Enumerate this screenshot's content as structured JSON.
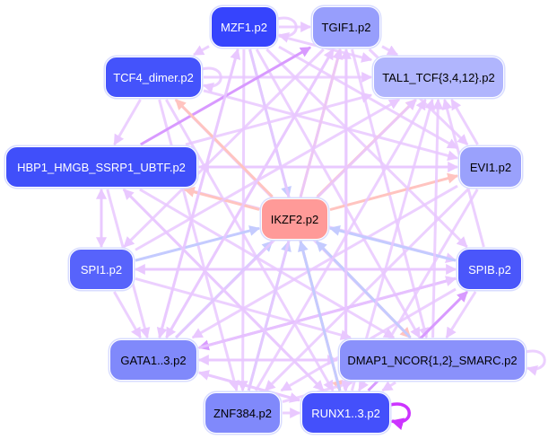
{
  "nodes": [
    {
      "id": "MZF1",
      "label": "MZF1.p2",
      "color": "#3644fd",
      "text": "#ffffff"
    },
    {
      "id": "TGIF1",
      "label": "TGIF1.p2",
      "color": "#979efc",
      "text": "#000000"
    },
    {
      "id": "TCF4",
      "label": "TCF4_dimer.p2",
      "color": "#4453fb",
      "text": "#ffffff"
    },
    {
      "id": "TAL1",
      "label": "TAL1_TCF{3,4,12}.p2",
      "color": "#b0b5fd",
      "text": "#000000"
    },
    {
      "id": "HBP1",
      "label": "HBP1_HMGB_SSRP1_UBTF.p2",
      "color": "#404ffa",
      "text": "#ffffff"
    },
    {
      "id": "EVI1",
      "label": "EVI1.p2",
      "color": "#9aa1fc",
      "text": "#000000"
    },
    {
      "id": "IKZF2",
      "label": "IKZF2.p2",
      "color": "#ff9a98",
      "text": "#000000"
    },
    {
      "id": "SPI1",
      "label": "SPI1.p2",
      "color": "#5763fb",
      "text": "#ffffff"
    },
    {
      "id": "SPIB",
      "label": "SPIB.p2",
      "color": "#4a56fa",
      "text": "#ffffff"
    },
    {
      "id": "GATA",
      "label": "GATA1..3.p2",
      "color": "#8089fb",
      "text": "#000000"
    },
    {
      "id": "DMAP1",
      "label": "DMAP1_NCOR{1,2}_SMARC.p2",
      "color": "#8a91fb",
      "text": "#000000"
    },
    {
      "id": "ZNF384",
      "label": "ZNF384.p2",
      "color": "#8089fb",
      "text": "#000000"
    },
    {
      "id": "RUNX",
      "label": "RUNX1..3.p2",
      "color": "#4450fb",
      "text": "#ffffff"
    }
  ],
  "edge_colors": {
    "activation": "#e9c8ff",
    "strong": "#d89aff",
    "repression": "#c4cbff",
    "ikzf2": "#ffc4c0",
    "self_strong": "#cc33ff"
  },
  "edges": [
    [
      "MZF1",
      "TGIF1",
      "activation"
    ],
    [
      "MZF1",
      "TCF4",
      "activation"
    ],
    [
      "MZF1",
      "TAL1",
      "activation"
    ],
    [
      "MZF1",
      "IKZF2",
      "repression"
    ],
    [
      "MZF1",
      "EVI1",
      "activation"
    ],
    [
      "MZF1",
      "GATA",
      "activation"
    ],
    [
      "MZF1",
      "ZNF384",
      "activation"
    ],
    [
      "MZF1",
      "RUNX",
      "activation"
    ],
    [
      "MZF1",
      "DMAP1",
      "activation"
    ],
    [
      "MZF1",
      "SPIB",
      "activation"
    ],
    [
      "TGIF1",
      "TAL1",
      "activation"
    ],
    [
      "TGIF1",
      "GATA",
      "activation"
    ],
    [
      "TGIF1",
      "SPI1",
      "activation"
    ],
    [
      "TGIF1",
      "DMAP1",
      "activation"
    ],
    [
      "TGIF1",
      "RUNX",
      "activation"
    ],
    [
      "TGIF1",
      "EVI1",
      "activation"
    ],
    [
      "TCF4",
      "TAL1",
      "activation"
    ],
    [
      "TCF4",
      "HBP1",
      "activation"
    ],
    [
      "TCF4",
      "EVI1",
      "activation"
    ],
    [
      "TCF4",
      "DMAP1",
      "activation"
    ],
    [
      "TCF4",
      "RUNX",
      "activation"
    ],
    [
      "TCF4",
      "ZNF384",
      "activation"
    ],
    [
      "HBP1",
      "TGIF1",
      "strong"
    ],
    [
      "HBP1",
      "TAL1",
      "activation"
    ],
    [
      "HBP1",
      "EVI1",
      "activation"
    ],
    [
      "HBP1",
      "SPI1",
      "activation"
    ],
    [
      "HBP1",
      "GATA",
      "activation"
    ],
    [
      "HBP1",
      "DMAP1",
      "activation"
    ],
    [
      "HBP1",
      "RUNX",
      "activation"
    ],
    [
      "HBP1",
      "SPIB",
      "activation"
    ],
    [
      "EVI1",
      "TAL1",
      "activation"
    ],
    [
      "EVI1",
      "GATA",
      "activation"
    ],
    [
      "EVI1",
      "ZNF384",
      "activation"
    ],
    [
      "EVI1",
      "RUNX",
      "activation"
    ],
    [
      "EVI1",
      "HBP1",
      "activation"
    ],
    [
      "IKZF2",
      "TGIF1",
      "ikzf2"
    ],
    [
      "IKZF2",
      "TAL1",
      "ikzf2"
    ],
    [
      "IKZF2",
      "EVI1",
      "ikzf2"
    ],
    [
      "IKZF2",
      "DMAP1",
      "ikzf2"
    ],
    [
      "IKZF2",
      "RUNX",
      "ikzf2"
    ],
    [
      "IKZF2",
      "TCF4",
      "ikzf2"
    ],
    [
      "IKZF2",
      "HBP1",
      "ikzf2"
    ],
    [
      "SPI1",
      "IKZF2",
      "repression"
    ],
    [
      "SPI1",
      "SPIB",
      "activation"
    ],
    [
      "SPI1",
      "GATA",
      "activation"
    ],
    [
      "SPI1",
      "HBP1",
      "activation"
    ],
    [
      "SPI1",
      "DMAP1",
      "activation"
    ],
    [
      "SPI1",
      "TAL1",
      "activation"
    ],
    [
      "SPIB",
      "IKZF2",
      "repression"
    ],
    [
      "SPIB",
      "DMAP1",
      "activation"
    ],
    [
      "SPIB",
      "GATA",
      "strong"
    ],
    [
      "SPIB",
      "TAL1",
      "activation"
    ],
    [
      "SPIB",
      "ZNF384",
      "activation"
    ],
    [
      "SPIB",
      "SPI1",
      "activation"
    ],
    [
      "GATA",
      "IKZF2",
      "repression"
    ],
    [
      "GATA",
      "DMAP1",
      "activation"
    ],
    [
      "GATA",
      "TAL1",
      "activation"
    ],
    [
      "GATA",
      "TGIF1",
      "activation"
    ],
    [
      "GATA",
      "MZF1",
      "activation"
    ],
    [
      "GATA",
      "RUNX",
      "activation"
    ],
    [
      "GATA",
      "SPIB",
      "activation"
    ],
    [
      "DMAP1",
      "IKZF2",
      "repression"
    ],
    [
      "DMAP1",
      "RUNX",
      "activation"
    ],
    [
      "DMAP1",
      "TAL1",
      "activation"
    ],
    [
      "DMAP1",
      "GATA",
      "activation"
    ],
    [
      "ZNF384",
      "IKZF2",
      "repression"
    ],
    [
      "ZNF384",
      "RUNX",
      "activation"
    ],
    [
      "ZNF384",
      "TAL1",
      "activation"
    ],
    [
      "ZNF384",
      "TGIF1",
      "activation"
    ],
    [
      "ZNF384",
      "DMAP1",
      "activation"
    ],
    [
      "RUNX",
      "IKZF2",
      "repression"
    ],
    [
      "RUNX",
      "TAL1",
      "activation"
    ],
    [
      "RUNX",
      "TGIF1",
      "activation"
    ],
    [
      "RUNX",
      "GATA",
      "activation"
    ],
    [
      "RUNX",
      "HBP1",
      "activation"
    ],
    [
      "RUNX",
      "SPIB",
      "strong"
    ],
    [
      "MZF1",
      "MZF1",
      "activation"
    ],
    [
      "TCF4",
      "TCF4",
      "activation"
    ],
    [
      "DMAP1",
      "DMAP1",
      "activation"
    ],
    [
      "RUNX",
      "RUNX",
      "self_strong"
    ]
  ]
}
